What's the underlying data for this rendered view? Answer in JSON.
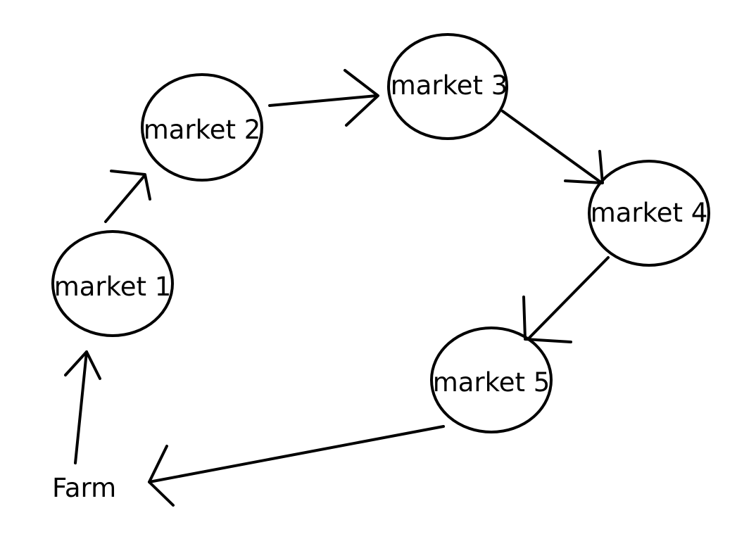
{
  "diagram": {
    "nodes": [
      {
        "id": "market1",
        "label": "market 1",
        "shape": "ellipse"
      },
      {
        "id": "market2",
        "label": "market 2",
        "shape": "ellipse"
      },
      {
        "id": "market3",
        "label": "market 3",
        "shape": "ellipse"
      },
      {
        "id": "market4",
        "label": "market 4",
        "shape": "ellipse"
      },
      {
        "id": "market5",
        "label": "market 5",
        "shape": "ellipse"
      },
      {
        "id": "farm",
        "label": "Farm",
        "shape": "text"
      }
    ],
    "edges": [
      {
        "from": "farm",
        "to": "market1"
      },
      {
        "from": "market1",
        "to": "market2"
      },
      {
        "from": "market2",
        "to": "market3"
      },
      {
        "from": "market3",
        "to": "market4"
      },
      {
        "from": "market4",
        "to": "market5"
      },
      {
        "from": "market5",
        "to": "farm"
      }
    ],
    "stroke_color": "#000000",
    "background_color": "#ffffff"
  }
}
